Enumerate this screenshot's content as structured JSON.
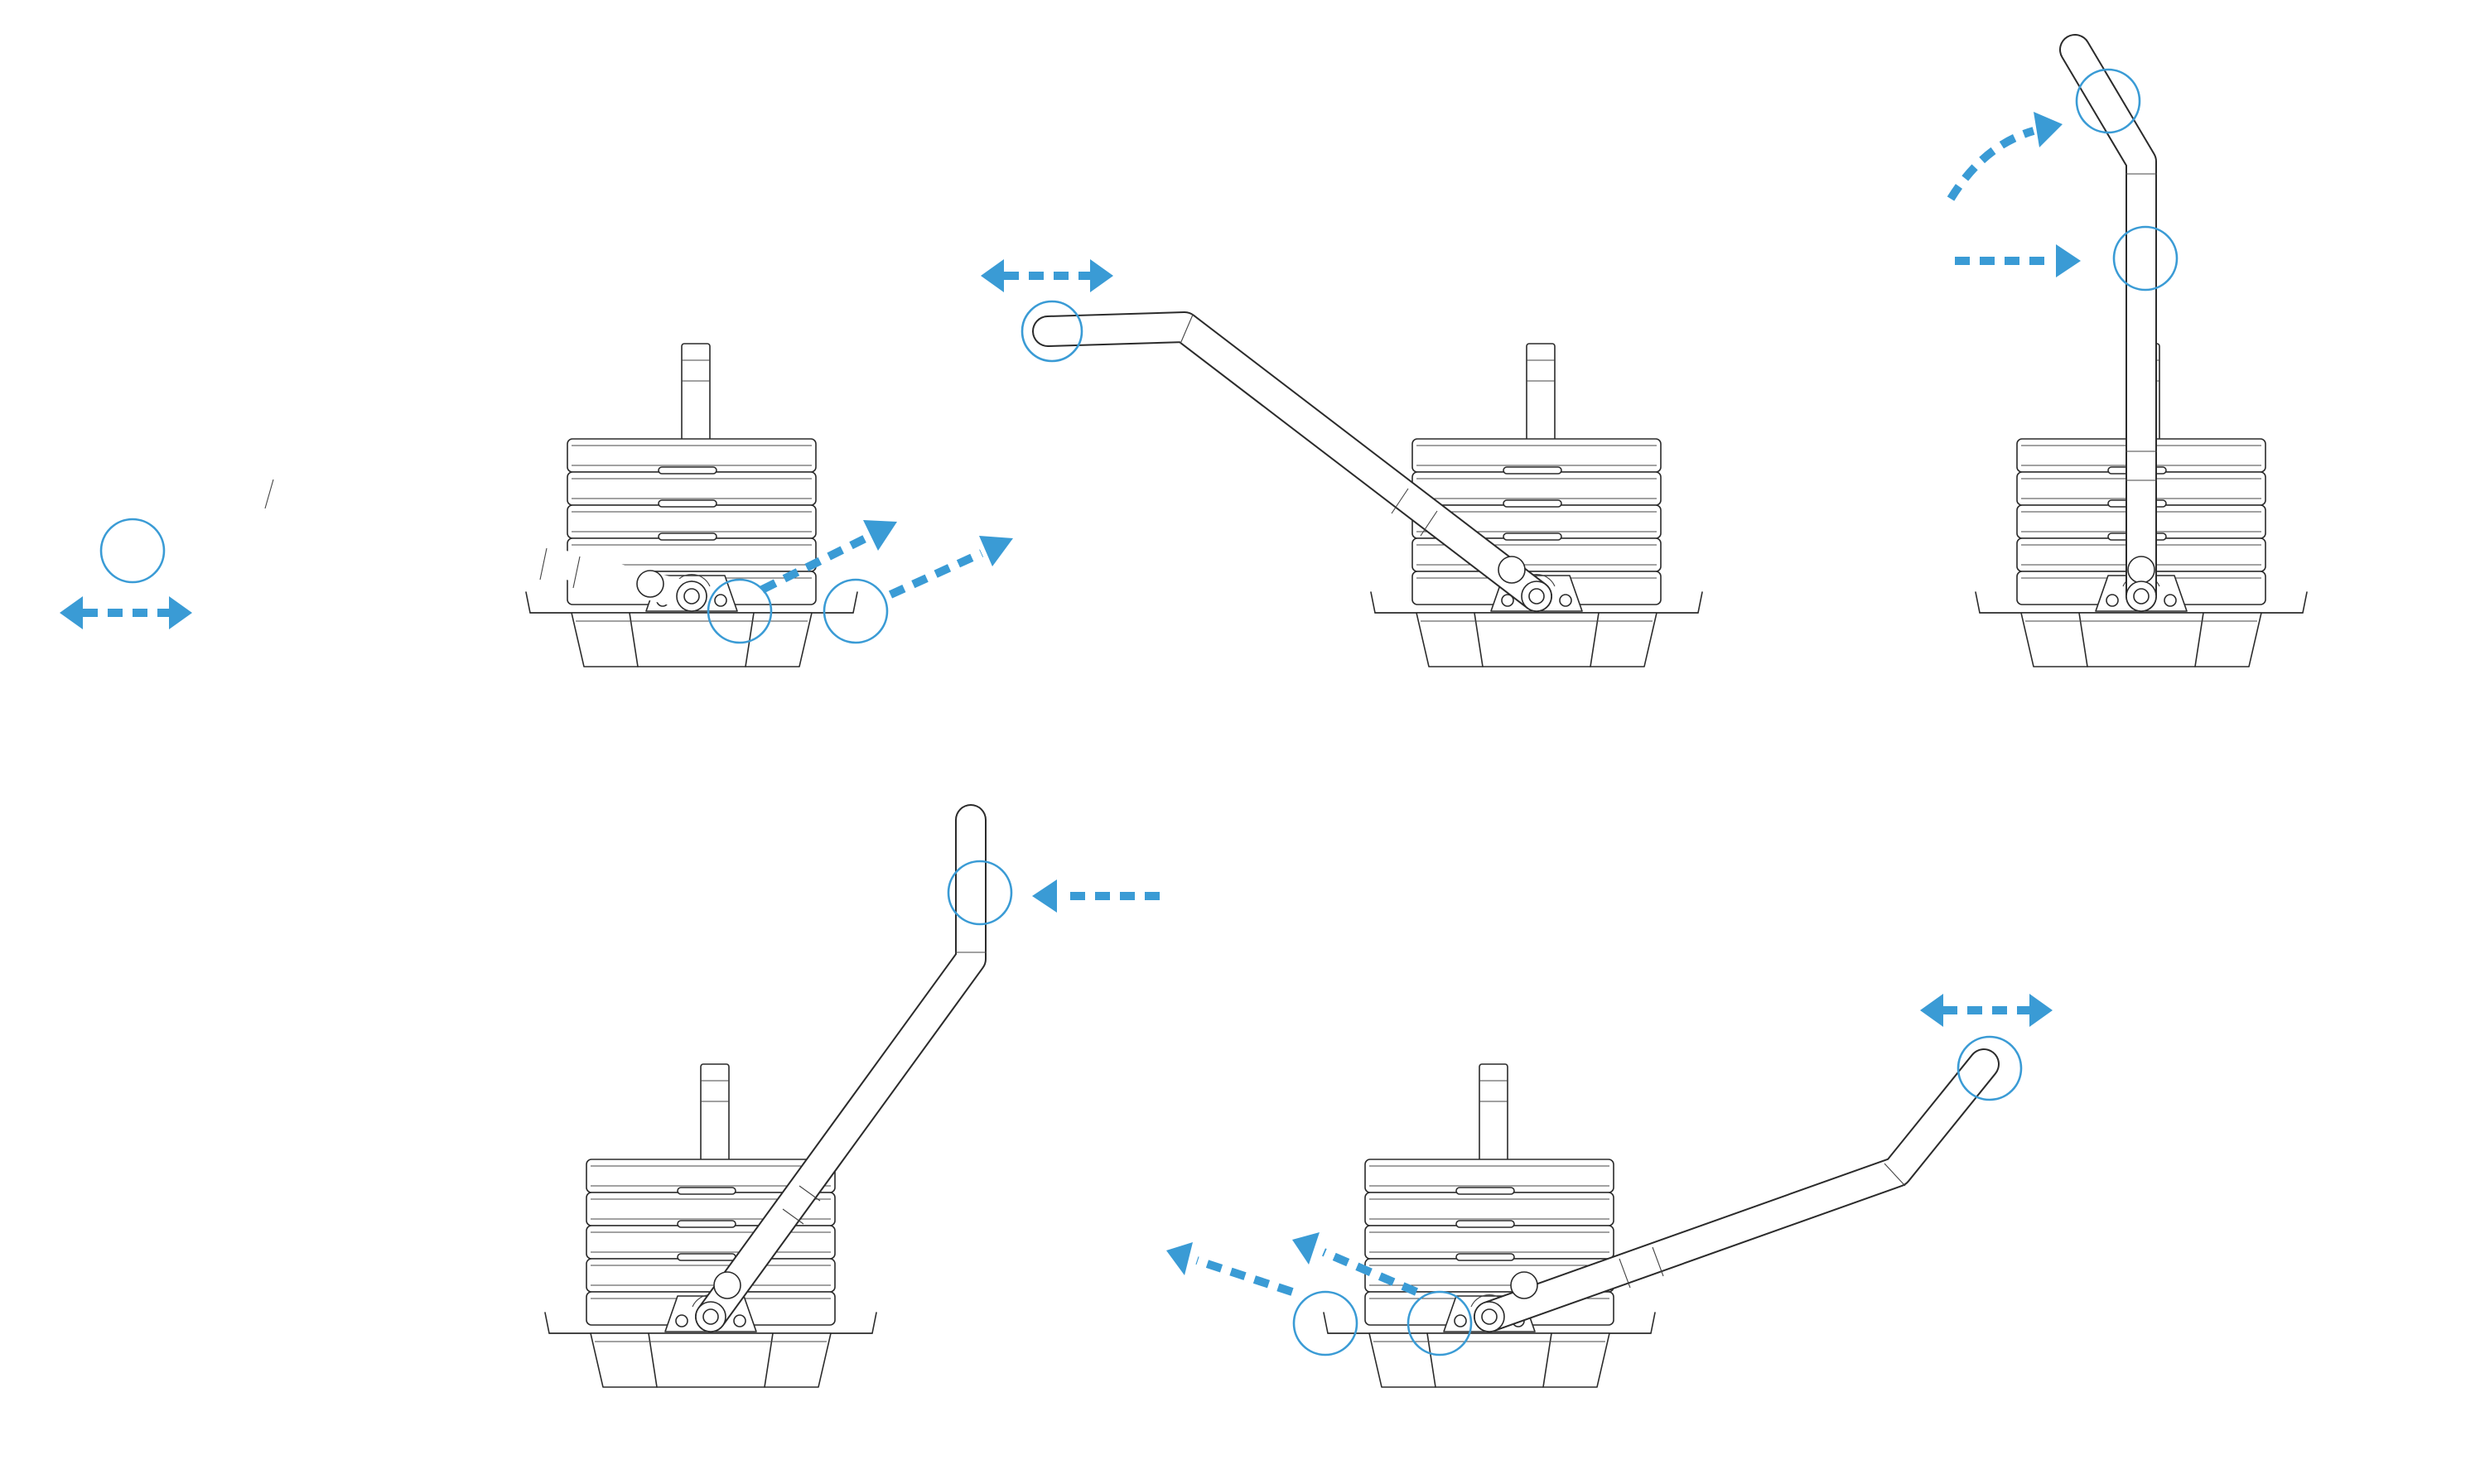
{
  "figure": {
    "description_text": "",
    "panels": [
      {
        "id": "panel-1",
        "handle_position": "low-left",
        "arrows": [
          "left-right",
          "up-right",
          "up-right"
        ]
      },
      {
        "id": "panel-2",
        "handle_position": "raised-left",
        "arrows": [
          "left-right"
        ]
      },
      {
        "id": "panel-3",
        "handle_position": "vertical",
        "arrows": [
          "curved-right",
          "right"
        ]
      },
      {
        "id": "panel-4",
        "handle_position": "raised-right",
        "arrows": [
          "left"
        ]
      },
      {
        "id": "panel-5",
        "handle_position": "low-right",
        "arrows": [
          "left-right",
          "up-left",
          "up-left"
        ]
      }
    ]
  },
  "colors": {
    "accent": "#3a9bd5",
    "line": "#2b2b2b",
    "background": "#ffffff"
  }
}
